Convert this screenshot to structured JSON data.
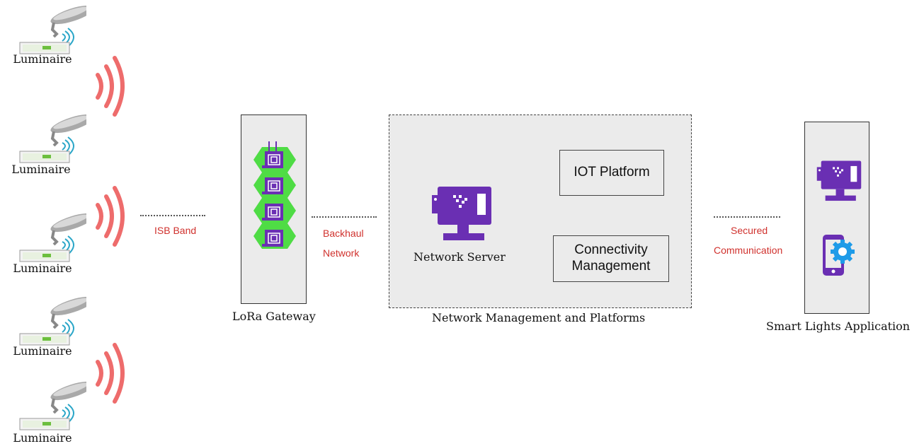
{
  "luminaires": [
    {
      "label": "Luminaire"
    },
    {
      "label": "Luminaire"
    },
    {
      "label": "Luminaire"
    },
    {
      "label": "Luminaire"
    },
    {
      "label": "Luminaire"
    }
  ],
  "links": {
    "isb": "ISB Band",
    "backhaul_line1": "Backhaul",
    "backhaul_line2": "Network",
    "secured_line1": "Secured",
    "secured_line2": "Communication"
  },
  "gateway": {
    "label": "LoRa Gateway"
  },
  "network": {
    "label": "Network Management and Platforms",
    "server_label": "Network Server",
    "iot_platform": "IOT Platform",
    "connectivity_line1": "Connectivity",
    "connectivity_line2": "Management"
  },
  "application": {
    "label": "Smart Lights Application"
  },
  "colors": {
    "signal": "#ee6c6c",
    "purple": "#6a2fb3",
    "green": "#4fdc45",
    "gear": "#1e9be8",
    "link_text": "#d0312d"
  }
}
